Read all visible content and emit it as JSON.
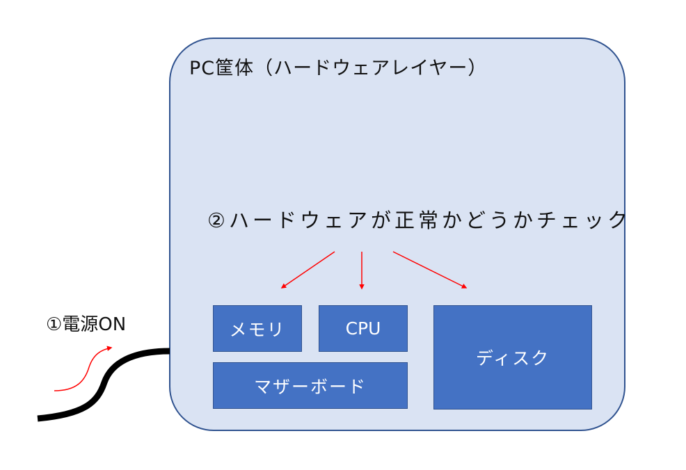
{
  "diagram": {
    "case_title": "PC筐体（ハードウェアレイヤー）",
    "check_label": "②ハードウェアが正常かどうかチェック",
    "power_label": "①電源ON",
    "components": {
      "memory": "メモリ",
      "cpu": "CPU",
      "motherboard": "マザーボード",
      "disk": "ディスク"
    }
  },
  "colors": {
    "case_fill": "#dae3f3",
    "case_border": "#2f528f",
    "component_fill": "#4472c4",
    "arrow": "#ff0000",
    "cable": "#000000"
  }
}
